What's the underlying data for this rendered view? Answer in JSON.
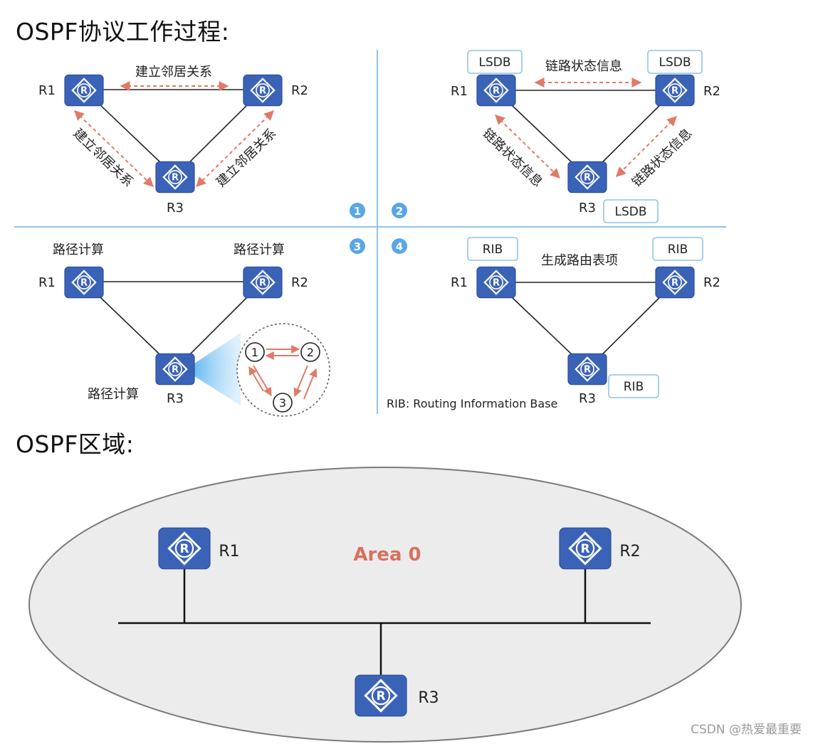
{
  "titles": {
    "process": "OSPF协议工作过程:",
    "area": "OSPF区域:"
  },
  "routers": {
    "r1": "R1",
    "r2": "R2",
    "r3": "R3",
    "router_glyph": "R"
  },
  "steps": [
    "1",
    "2",
    "3",
    "4"
  ],
  "quad1": {
    "top_label": "建立邻居关系",
    "left_label": "建立邻居关系",
    "right_label": "建立邻居关系"
  },
  "quad2": {
    "top_label": "链路状态信息",
    "left_label": "链路状态信息",
    "right_label": "链路状态信息",
    "db_label": "LSDB"
  },
  "quad3": {
    "calc_label": "路径计算",
    "circle_nodes": [
      "1",
      "2",
      "3"
    ]
  },
  "quad4": {
    "top_label": "生成路由表项",
    "rib_label": "RIB",
    "footnote": "RIB: Routing Information Base"
  },
  "area": {
    "label": "Area 0"
  },
  "watermark": "CSDN @热爱最重要",
  "colors": {
    "router_fill": "#3a63b8",
    "router_border": "#2a4f99",
    "arrow": "#e07a68",
    "step_badge": "#5aa6e6",
    "box_border": "#8fc3ea",
    "divider": "#8fc3ea",
    "area_label": "#d9705e"
  }
}
